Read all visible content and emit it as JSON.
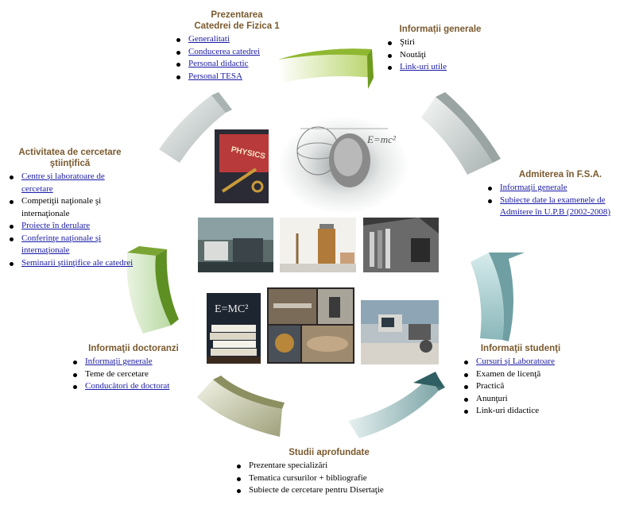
{
  "sections": {
    "prezentarea": {
      "title_line1": "Prezentarea",
      "title_line2": "Catedrei de Fizica 1",
      "items": [
        {
          "label": "Generalitati",
          "link": true
        },
        {
          "label": "Conducerea catedrei",
          "link": true
        },
        {
          "label": "Personal didactic",
          "link": true
        },
        {
          "label": "Personal TESA",
          "link": true
        }
      ]
    },
    "informatii_generale": {
      "title": "Informații generale",
      "items": [
        {
          "label": "Ştiri",
          "link": false
        },
        {
          "label": "Noutăţi",
          "link": false
        },
        {
          "label": "Link-uri utile",
          "link": true
        }
      ]
    },
    "admiterea": {
      "title": "Admiterea în F.S.A.",
      "items": [
        {
          "label": "Informaţii generale",
          "link": true
        },
        {
          "label": "Subiecte date la examenele de Admitere în U.P.B (2002-2008)",
          "link": true
        }
      ]
    },
    "activitatea": {
      "title_line1": "Activitatea de cercetare",
      "title_line2": "ştiinţifică",
      "items": [
        {
          "label": "Centre şi laboratoare de cercetare",
          "link": true
        },
        {
          "label": "Competiţii naţionale şi internaţionale",
          "link": false
        },
        {
          "label": "Proiecte în derulare",
          "link": true
        },
        {
          "label": "Conferinţe naţionale şi internaţionale",
          "link": true
        },
        {
          "label": "Seminarii ştiinţifice ale catedrei",
          "link": true
        }
      ]
    },
    "doctoranzi": {
      "title": "Informaţii doctoranzi",
      "items": [
        {
          "label": "Informaţii generale",
          "link": true
        },
        {
          "label": "Teme de cercetare",
          "link": false
        },
        {
          "label": "Conducători de doctorat",
          "link": true
        }
      ]
    },
    "studenti": {
      "title": "Informaţii studenţi",
      "items": [
        {
          "label": "Cursuri şi Laboratoare",
          "link": true
        },
        {
          "label": "Examen de licenţă",
          "link": false
        },
        {
          "label": "Practică",
          "link": false
        },
        {
          "label": "Anunţuri",
          "link": false
        },
        {
          "label": "Link-uri didactice",
          "link": false
        }
      ]
    },
    "studii": {
      "title": "Studii aprofundate",
      "items": [
        {
          "label": "Prezentare specializări",
          "link": false
        },
        {
          "label": "Tematica cursurilor + bibliografie",
          "link": false
        },
        {
          "label": "Subiecte de cercetare pentru Disertaţie",
          "link": false
        }
      ]
    }
  },
  "photos": {
    "physics_book_text": "PHYSICS",
    "emc2_text": "E=MC²",
    "formula_text": "E=mc²"
  },
  "colors": {
    "title_brown": "#7a5a2e",
    "link_blue": "#1a1aa6",
    "arc_green": "#9bbf3a",
    "arc_teal": "#5c8a8c",
    "arc_olive": "#8a8f5a"
  }
}
